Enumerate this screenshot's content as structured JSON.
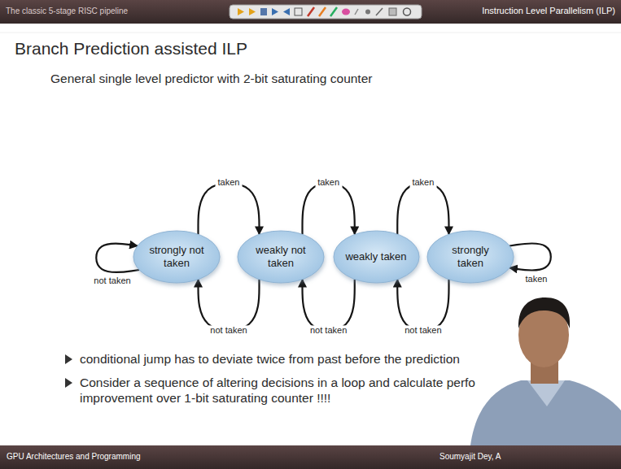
{
  "diagram": {
    "title": "Branch Prediction assisted ILP",
    "nodes": [
      {
        "text": [
          "strongly not taken"
        ]
      },
      {
        "text": [
          "weakly not taken"
        ]
      },
      {
        "text": [
          "weakly taken"
        ]
      },
      {
        "text": [
          "strongly taken"
        ]
      }
    ],
    "edges": [
      {
        "from": 0,
        "to": 1,
        "label": "taken",
        "arrow": "to"
      },
      {
        "from": 1,
        "to": 2,
        "label": "taken",
        "arrow": "to"
      },
      {
        "from": 2,
        "to": 3,
        "label": "taken",
        "arrow": "to"
      },
      {
        "from": 0,
        "to": 0,
        "label": "not taken",
        "arrow": "to"
      },
      {
        "from": 3,
        "to": 3,
        "label": "taken",
        "arrow": "to"
      },
      {
        "from": 1,
        "to": 0,
        "label": "not taken",
        "arrow": "to"
      },
      {
        "from": 2,
        "to": 1,
        "label": "not taken",
        "arrow": "to"
      },
      {
        "from": 3,
        "to": 2,
        "label": "not taken",
        "arrow": "to"
      }
    ],
    "labels": [
      "The classic 5-stage RISC pipeline",
      "Instruction Level Parallelism (ILP)",
      "General single level predictor with 2-bit saturating counter",
      "conditional jump has to deviate twice from past before the prediction",
      "Consider a sequence of altering decisions in a loop and calculate perfo improvement over 1-bit saturating counter !!!!",
      "GPU Architectures and Programming",
      "Soumyajit Dey, A"
    ]
  }
}
